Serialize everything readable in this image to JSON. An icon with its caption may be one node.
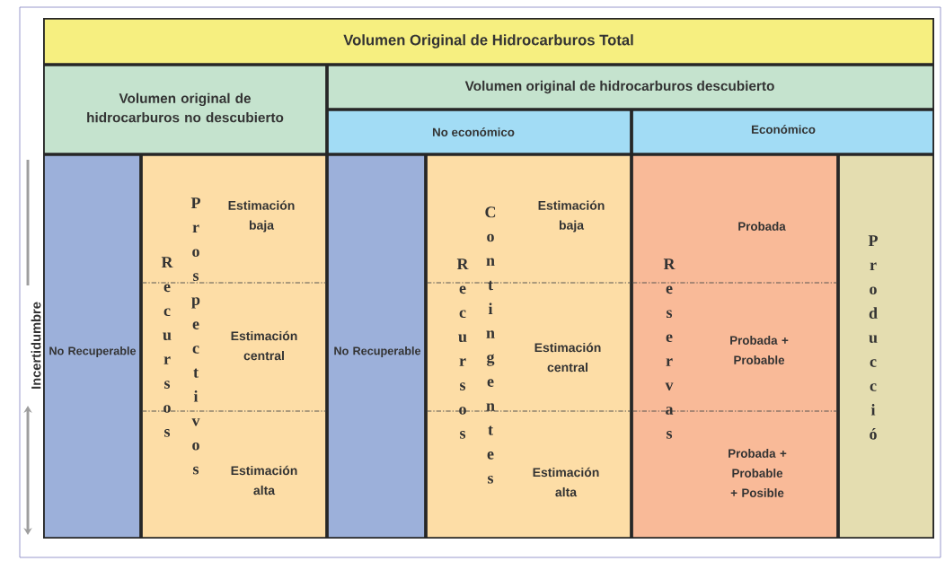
{
  "diagram": {
    "nodes": [
      {
        "text": [
          "Volumen Original de Hidrocarburos Total"
        ]
      },
      {
        "text": [
          "Volumen original de hidrocarburos no descubierto"
        ]
      },
      {
        "text": [
          "Volumen original de hidrocarburos descubierto"
        ]
      },
      {
        "text": [
          "No económico"
        ]
      },
      {
        "text": [
          "Económico"
        ]
      },
      {
        "text": [
          "No Recuperable"
        ]
      },
      {
        "text": [
          "Recursos",
          "Prospectivos",
          "Estimación baja",
          "Estimación central",
          "Estimación alta"
        ]
      },
      {
        "text": [
          "No Recuperable"
        ]
      },
      {
        "text": [
          "Recursos",
          "Contingentes",
          "Estimación baja",
          "Estimación central",
          "Estimación alta"
        ]
      },
      {
        "text": [
          "Reservas",
          "Probada",
          "Probada + Probable",
          "Probada + Probable + Posible"
        ]
      },
      {
        "text": [
          "Producció"
        ]
      }
    ],
    "labels": [
      "Incertidumbre"
    ]
  }
}
